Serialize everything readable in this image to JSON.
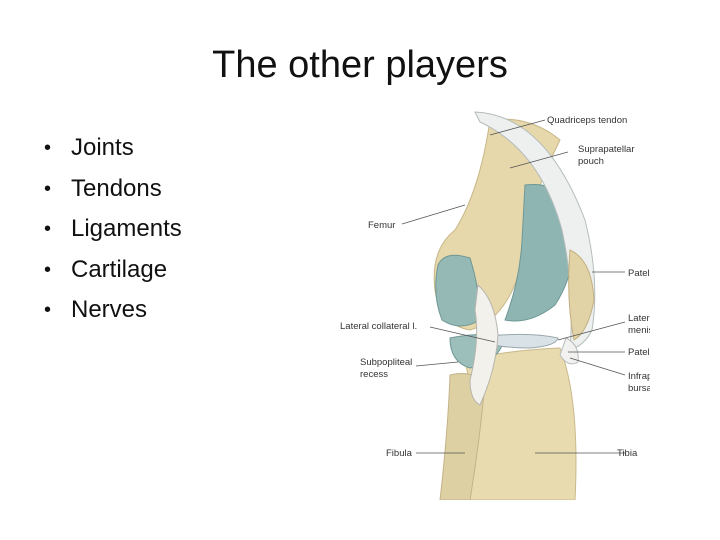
{
  "slide": {
    "title": "The other players",
    "bullets": [
      "Joints",
      "Tendons",
      "Ligaments",
      "Cartilage",
      "Nerves"
    ]
  },
  "figure": {
    "labels": {
      "quadriceps_tendon": "Quadriceps tendon",
      "suprapatellar_pouch_1": "Suprapatellar",
      "suprapatellar_pouch_2": "pouch",
      "femur": "Femur",
      "patella": "Patella",
      "lateral_collateral": "Lateral collateral l.",
      "lateral_meniscus_1": "Lateral",
      "lateral_meniscus_2": "meniscus",
      "patellar_l": "Patellar l.",
      "subpopliteal_1": "Subpopliteal",
      "subpopliteal_2": "recess",
      "infrapatellar_1": "Infrapatellar",
      "infrapatellar_2": "bursa",
      "fibula": "Fibula",
      "tibia": "Tibia"
    }
  }
}
